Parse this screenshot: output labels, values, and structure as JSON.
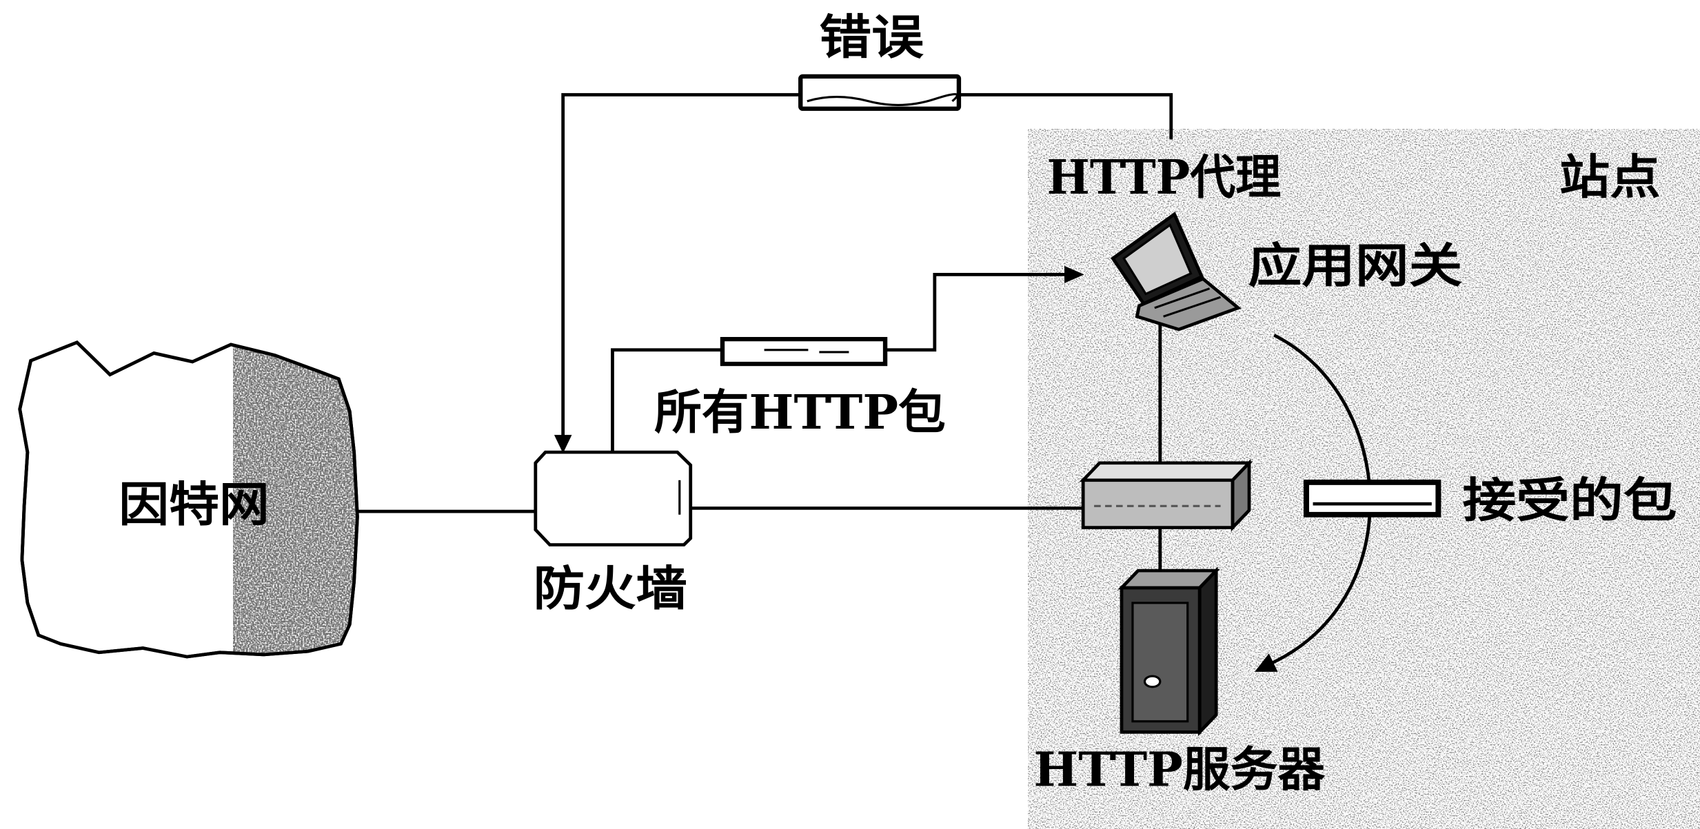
{
  "diagram": {
    "labels": {
      "error": "错误",
      "http_proxy": "HTTP代理",
      "site": "站点",
      "app_gateway": "应用网关",
      "all_http_packets": "所有HTTP包",
      "firewall": "防火墙",
      "internet": "因特网",
      "accepted_packets": "接受的包",
      "http_server": "HTTP服务器"
    },
    "icons": {
      "internet": "cloud-icon",
      "firewall": "firewall-box-icon",
      "gateway": "laptop-icon",
      "switch": "switch-icon",
      "server": "server-tower-icon",
      "packet": "packet-icon"
    },
    "colors": {
      "ink": "#000000",
      "background": "#ffffff",
      "texture": "#555555"
    }
  }
}
